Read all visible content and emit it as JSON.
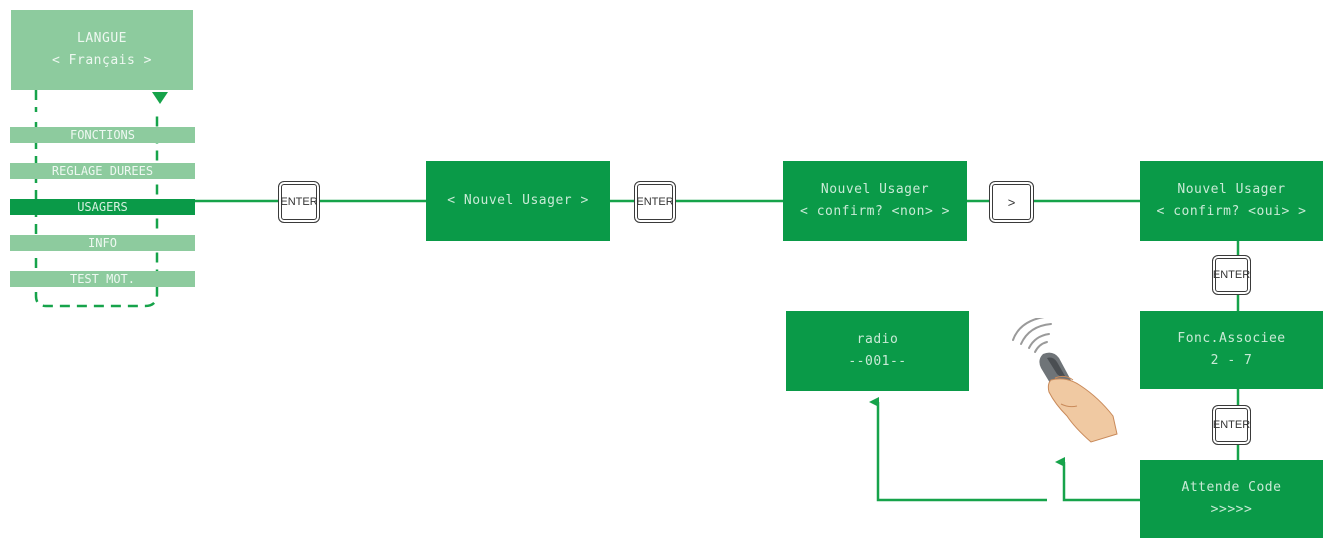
{
  "langue": {
    "title": "LANGUE",
    "value": "< Français >"
  },
  "menu": [
    {
      "label": "FONCTIONS",
      "active": false
    },
    {
      "label": "REGLAGE DUREES",
      "active": false
    },
    {
      "label": "USAGERS",
      "active": true
    },
    {
      "label": "INFO",
      "active": false
    },
    {
      "label": "TEST MOT.",
      "active": false
    }
  ],
  "screens": {
    "nouvel": {
      "line1": "< Nouvel Usager >"
    },
    "confirm_non": {
      "line1": "Nouvel Usager",
      "line2": "< confirm? <non> >"
    },
    "confirm_oui": {
      "line1": "Nouvel Usager",
      "line2": "< confirm? <oui> >"
    },
    "fonc": {
      "line1": "Fonc.Associee",
      "line2": "2 - 7"
    },
    "attende": {
      "line1": "Attende Code",
      "line2": ">>>>>"
    },
    "radio": {
      "line1": "radio",
      "line2": "--001--"
    }
  },
  "buttons": {
    "enter1": "ENTER",
    "enter2": "ENTER",
    "next": ">",
    "enter3": "ENTER",
    "enter4": "ENTER"
  },
  "colors": {
    "dark_green": "#0a9a48",
    "light_green": "#8dcb9e",
    "line_green": "#16a34a"
  },
  "remote_icon": "hand-remote-icon"
}
